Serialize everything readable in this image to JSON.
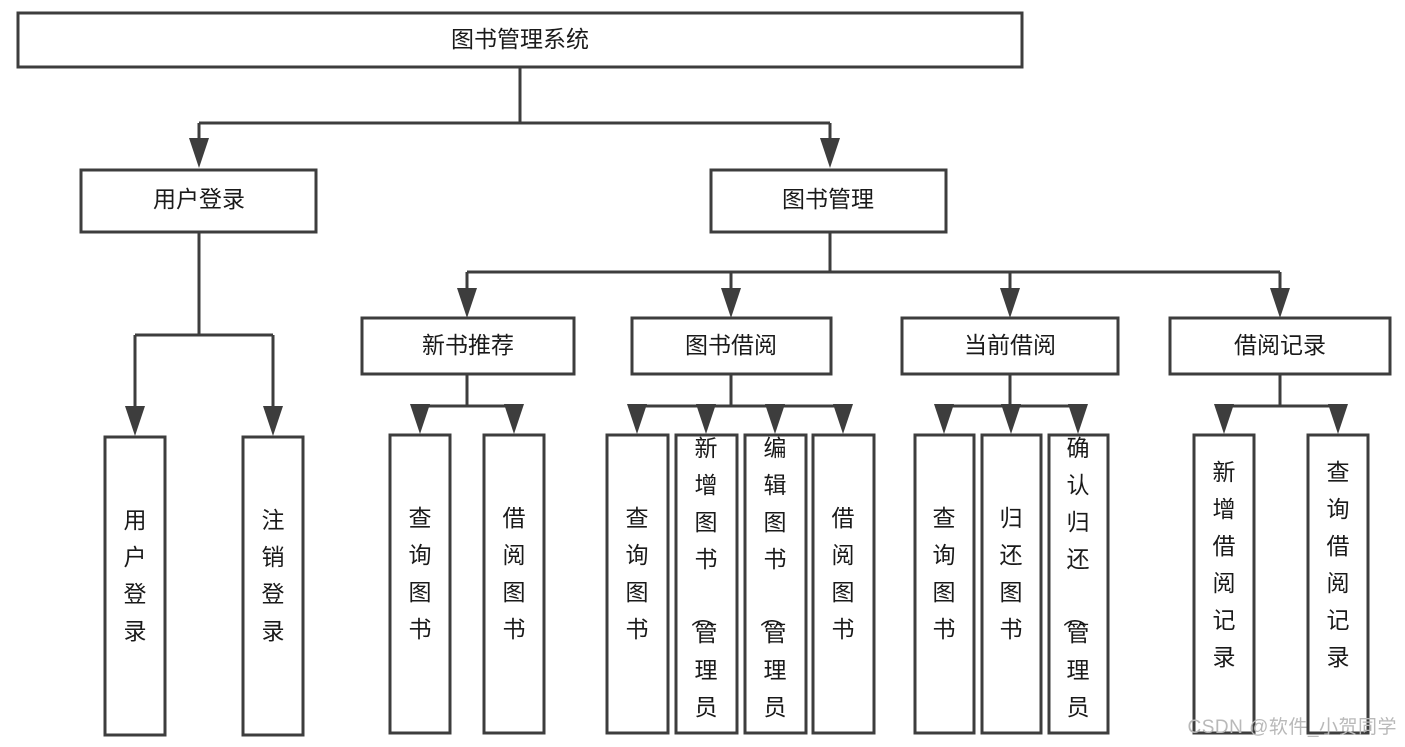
{
  "diagram": {
    "title": "图书管理系统",
    "type": "hierarchy-tree",
    "colors": {
      "box_stroke": "#3d3d3d",
      "box_fill": "#ffffff",
      "text": "#1a1a1a",
      "background": "#ffffff",
      "watermark": "#b9b9b9"
    },
    "root": {
      "label": "图书管理系统"
    },
    "level2": [
      {
        "label": "用户登录"
      },
      {
        "label": "图书管理"
      }
    ],
    "level3": [
      {
        "label": "新书推荐"
      },
      {
        "label": "图书借阅"
      },
      {
        "label": "当前借阅"
      },
      {
        "label": "借阅记录"
      }
    ],
    "leaves": {
      "user_login": [
        {
          "label": "用户登录"
        },
        {
          "label": "注销登录"
        }
      ],
      "new_book_recommend": [
        {
          "label": "查询图书"
        },
        {
          "label": "借阅图书"
        }
      ],
      "book_borrow": [
        {
          "label": "查询图书"
        },
        {
          "label": "新增图书（管理员）"
        },
        {
          "label": "编辑图书（管理员）"
        },
        {
          "label": "借阅图书"
        }
      ],
      "current_borrow": [
        {
          "label": "查询图书"
        },
        {
          "label": "归还图书"
        },
        {
          "label": "确认归还（管理员）"
        }
      ],
      "borrow_record": [
        {
          "label": "新增借阅记录"
        },
        {
          "label": "查询借阅记录"
        }
      ]
    },
    "watermark": "CSDN @软件_小贺同学"
  }
}
